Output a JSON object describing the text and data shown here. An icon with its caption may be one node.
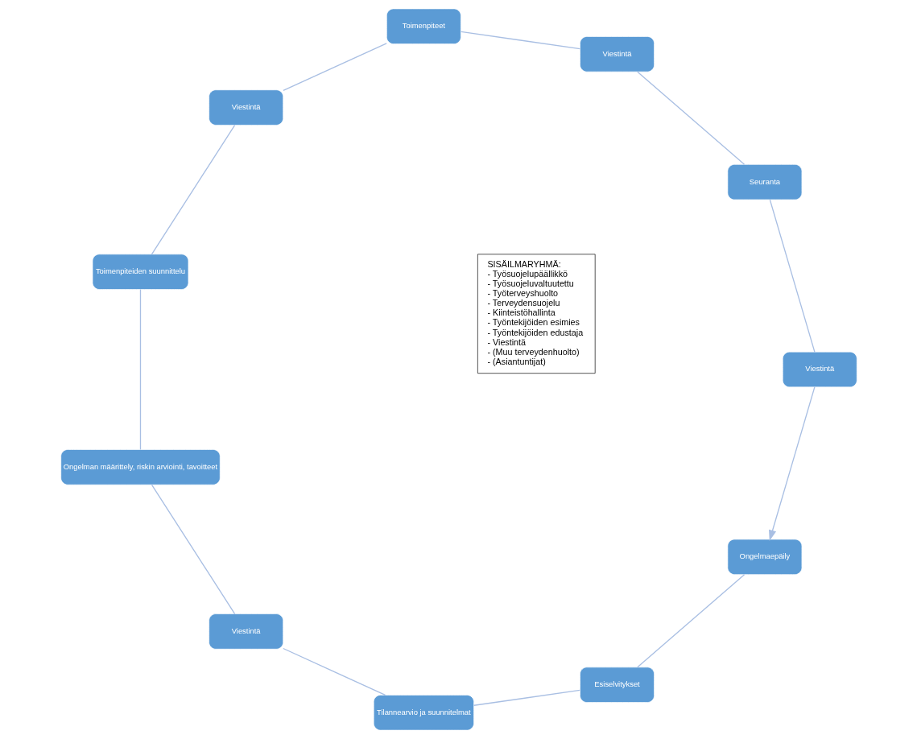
{
  "diagram": {
    "nodes": [
      {
        "text": [
          "Ongelmaepäily"
        ]
      },
      {
        "text": [
          "Esiselvitykset"
        ]
      },
      {
        "text": [
          "Tilannearvio ja suunnitelmat"
        ]
      },
      {
        "text": [
          "Viestintä"
        ]
      },
      {
        "text": [
          "Ongelman määrittely, riskin arviointi, tavoitteet"
        ]
      },
      {
        "text": [
          "Toimenpiteiden suunnittelu"
        ]
      },
      {
        "text": [
          "Viestintä"
        ]
      },
      {
        "text": [
          "Toimenpiteet"
        ]
      },
      {
        "text": [
          "Viestintä"
        ]
      },
      {
        "text": [
          "Seuranta"
        ]
      },
      {
        "text": [
          "Viestintä"
        ]
      },
      {
        "text": [
          "SISÄILMARYHMÄ:",
          "- Työsuojelupäällikkö",
          "- Työsuojeluvaltuutettu",
          "- Työterveyshuolto",
          "- Terveydensuojelu",
          "- Kiinteistöhallinta",
          "- Työntekijöiden esimies",
          "- Työntekijöiden edustaja",
          "- Viestintä",
          "- (Muu terveydenhuolto)",
          "- (Asiantuntijat)"
        ]
      }
    ],
    "edges": [
      {
        "from": 0,
        "to": 1,
        "arrow": "none"
      },
      {
        "from": 1,
        "to": 2,
        "arrow": "none"
      },
      {
        "from": 2,
        "to": 3,
        "arrow": "none"
      },
      {
        "from": 3,
        "to": 4,
        "arrow": "none"
      },
      {
        "from": 4,
        "to": 5,
        "arrow": "none"
      },
      {
        "from": 5,
        "to": 6,
        "arrow": "none"
      },
      {
        "from": 6,
        "to": 7,
        "arrow": "none"
      },
      {
        "from": 7,
        "to": 8,
        "arrow": "none"
      },
      {
        "from": 8,
        "to": 9,
        "arrow": "none"
      },
      {
        "from": 9,
        "to": 10,
        "arrow": "none"
      },
      {
        "from": 10,
        "to": 0,
        "arrow": "to"
      }
    ]
  }
}
